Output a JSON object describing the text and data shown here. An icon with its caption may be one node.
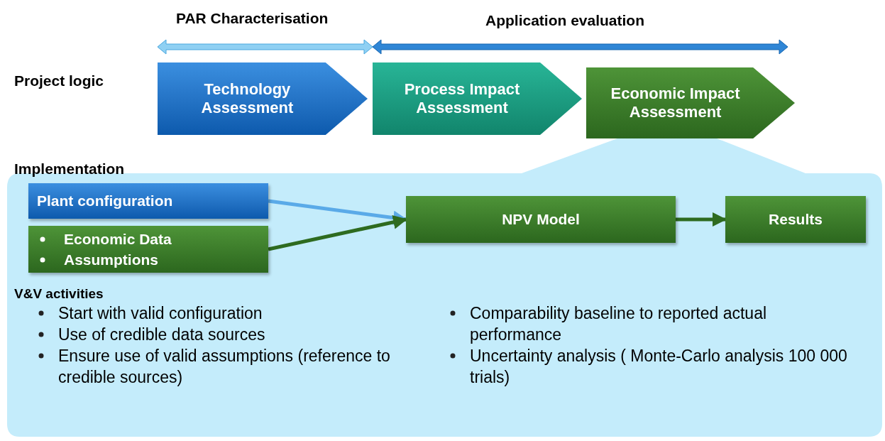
{
  "diagram": {
    "nodes": [
      {
        "text": [
          "Technology Assessment"
        ]
      },
      {
        "text": [
          "Process Impact Assessment"
        ]
      },
      {
        "text": [
          "Economic Impact Assessment"
        ]
      },
      {
        "text": [
          "Implementation",
          "V&V activities",
          "Start with valid configuration",
          "Use of credible data sources",
          "Ensure use of valid assumptions (reference to credible sources)",
          "Comparability baseline to reported actual performance",
          "Uncertainty analysis ( Monte-Carlo analysis 100 000 trials)"
        ]
      },
      {
        "text": [
          "Plant configuration"
        ],
        "in": 3
      },
      {
        "text": [
          "Economic Data",
          "Assumptions"
        ],
        "in": 3
      },
      {
        "text": [
          "NPV Model"
        ],
        "in": 3
      },
      {
        "text": [
          "Results"
        ],
        "in": 3
      }
    ],
    "edges": [
      {
        "from": 4,
        "to": 6,
        "arrow": "to",
        "color": "#5aaae8"
      },
      {
        "from": 5,
        "to": 6,
        "arrow": "to"
      },
      {
        "from": 6,
        "to": 7,
        "arrow": "to"
      }
    ],
    "labels": [
      "PAR Characterisation",
      "Application evaluation",
      "Project logic"
    ]
  }
}
